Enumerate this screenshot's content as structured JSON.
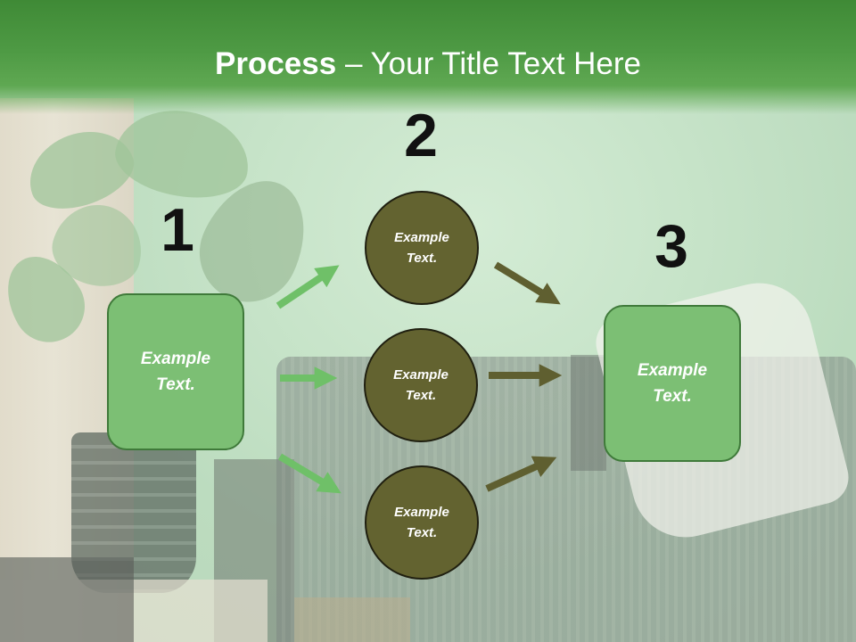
{
  "header": {
    "title_strong": "Process",
    "title_rest": " – Your Title Text Here"
  },
  "steps": [
    {
      "number": "1",
      "text": "Example Text."
    },
    {
      "number": "2",
      "text": "Example Text."
    },
    {
      "number": "3",
      "text": "Example Text."
    }
  ],
  "circles": [
    {
      "text": "Example Text."
    },
    {
      "text": "Example Text."
    },
    {
      "text": "Example Text."
    }
  ],
  "colors": {
    "header": "#4e9a44",
    "box_fill": "#7cbf74",
    "circle_fill": "#636330",
    "left_arrow": "#6fc068",
    "right_arrow": "#5f5f30"
  }
}
